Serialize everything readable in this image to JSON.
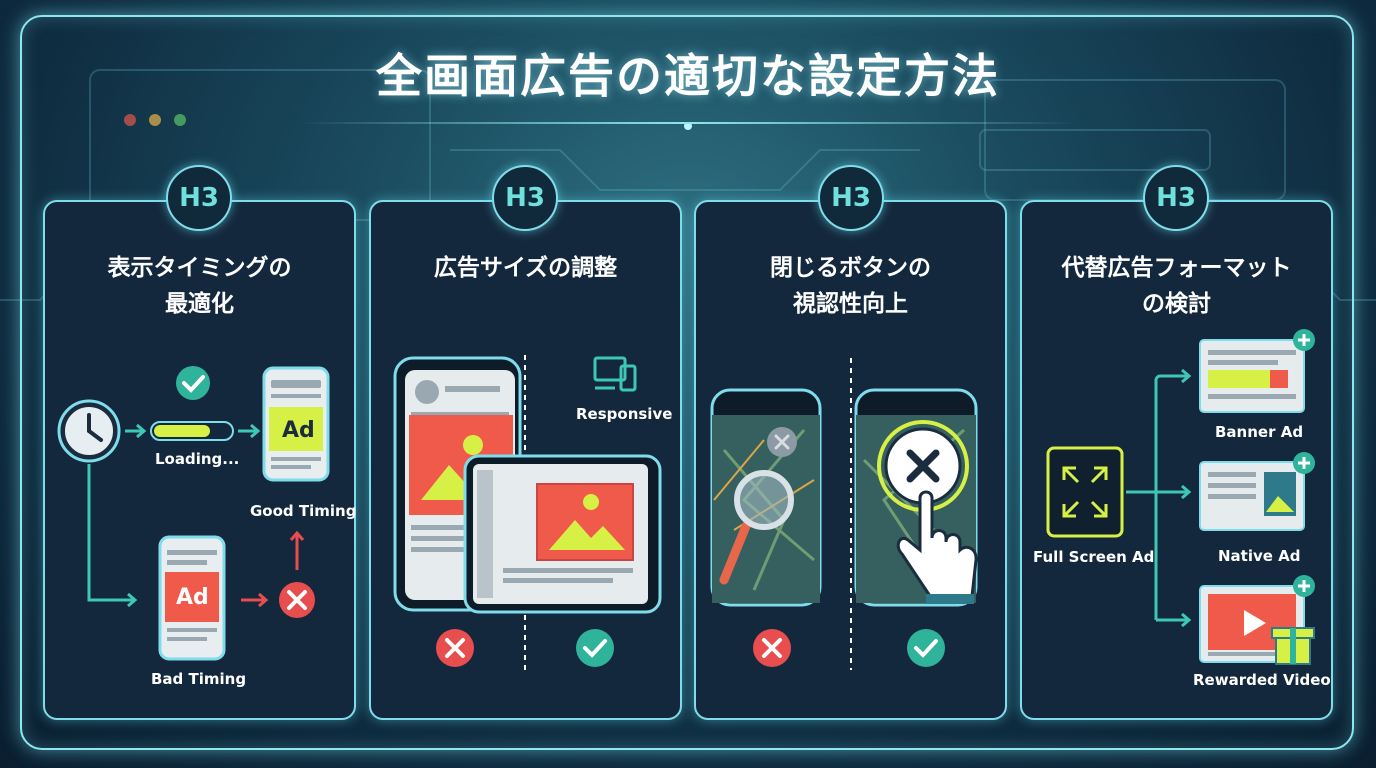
{
  "title": "全画面広告の適切な設定方法",
  "colors": {
    "accent": "#7fdcea",
    "good": "#2fb39a",
    "bad": "#e94e4e",
    "highlight": "#d7f046",
    "ad_red": "#f05a4a"
  },
  "panels": [
    {
      "badge": "H3",
      "title_line1": "表示タイミングの",
      "title_line2": "最適化",
      "labels": {
        "loading": "Loading...",
        "good": "Good Timing",
        "bad": "Bad Timing",
        "ad": "Ad"
      },
      "icons": [
        "clock-icon",
        "check-icon",
        "cross-icon",
        "phone-icon"
      ]
    },
    {
      "badge": "H3",
      "title_line1": "広告サイズの調整",
      "title_line2": "",
      "labels": {
        "responsive": "Responsive"
      },
      "icons": [
        "responsive-devices-icon",
        "image-icon",
        "cross-icon",
        "check-icon"
      ]
    },
    {
      "badge": "H3",
      "title_line1": "閉じるボタンの",
      "title_line2": "視認性向上",
      "labels": {},
      "icons": [
        "magnifier-icon",
        "close-icon",
        "hand-pointer-icon",
        "cross-icon",
        "check-icon"
      ]
    },
    {
      "badge": "H3",
      "title_line1": "代替広告フォーマット",
      "title_line2": "の検討",
      "labels": {
        "full": "Full Screen Ad",
        "banner": "Banner Ad",
        "native": "Native Ad",
        "rewarded": "Rewarded Video"
      },
      "icons": [
        "expand-icon",
        "plus-icon",
        "play-icon",
        "gift-icon"
      ]
    }
  ]
}
